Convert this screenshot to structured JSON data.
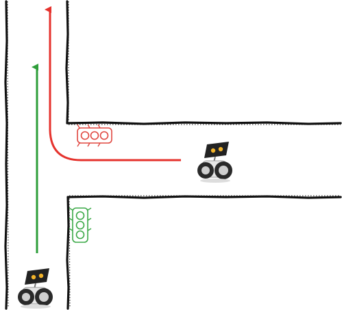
{
  "colors": {
    "background": "#ffffff",
    "wall": "#111111",
    "straight_path": "#2e9e3a",
    "turn_path": "#e5322d",
    "light_green": "#39a845",
    "light_red": "#e0463f",
    "robot_screen": "#222222",
    "robot_eye": "#f2b32a",
    "robot_body": "#d9d9d9",
    "robot_wheel": "#2a2a2a"
  },
  "scene": {
    "walls": [
      "left-wall",
      "upper-right-wall",
      "corridor-top-wall",
      "corridor-bottom-wall",
      "lower-right-wall"
    ],
    "paths": [
      {
        "name": "straight-path-arrow",
        "color": "green",
        "direction": "up"
      },
      {
        "name": "left-turn-path-arrow",
        "color": "red",
        "direction": "left-then-up"
      }
    ],
    "traffic_lights": [
      {
        "name": "traffic-light-red",
        "color": "red",
        "orientation": "horizontal"
      },
      {
        "name": "traffic-light-green",
        "color": "green",
        "orientation": "vertical"
      }
    ],
    "robots": [
      {
        "name": "robot-bottom-left",
        "icon": "robot-icon"
      },
      {
        "name": "robot-right-corridor",
        "icon": "robot-icon"
      }
    ]
  }
}
